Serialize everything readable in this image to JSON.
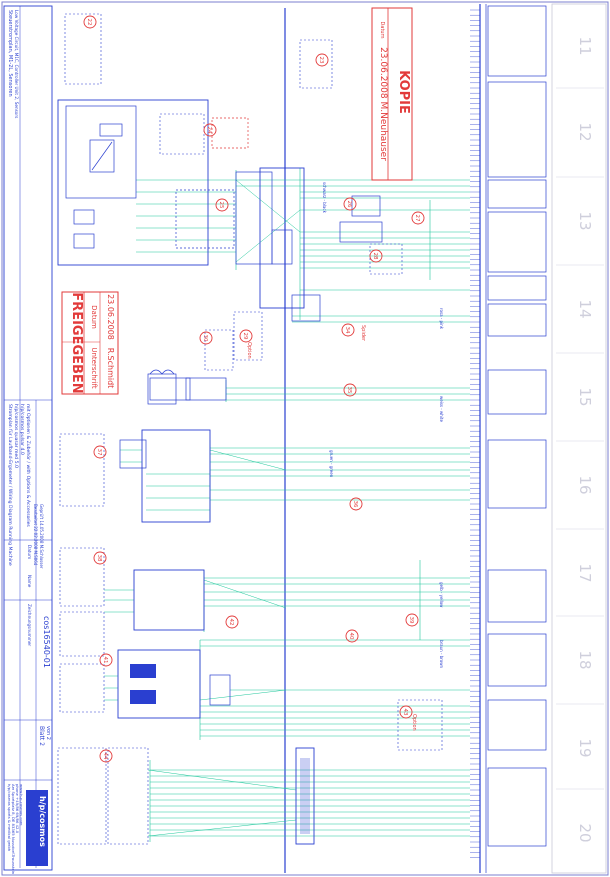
{
  "sheet": {
    "columns": [
      "11",
      "12",
      "13",
      "14",
      "15",
      "16",
      "17",
      "18",
      "19",
      "20"
    ],
    "wiring_color": "#1fc79b",
    "frame_color": "#2a3fd0",
    "stamp_color": "#e23a3a"
  },
  "stamps": {
    "kopie": {
      "title": "KOPIE",
      "sublabel": "Datum",
      "line": "23.06.2008 M.Neuhauser"
    },
    "freigegeben": {
      "title": "FREIGEGEBEN",
      "col1_label": "Datum",
      "col2_label": "Unterschrift",
      "col1_value": "23.06.2008",
      "col2_value": "R.Schmidt"
    }
  },
  "title_block": {
    "title_lines": [
      "Steuerstromplan, M1-2L, Sensoren",
      "Low Voltage Circuit, M1C, Controller Unit 2, Sensors"
    ],
    "subtitle_lines": [
      "Stromplan für Laufband-Ergometer / Wiring Diagram Running Machine",
      "h/p/cosmos quasar med 5.0",
      "h/p/cosmos pulsar 4.0",
      "mit Optionen & Zubehör / with Options & Accessories"
    ],
    "meta_labels": [
      "Datum",
      "Name",
      "Zeichnungsnummer"
    ],
    "meta_values": [
      "Bearbeitet 22.02.2008 M.S064",
      "Geprüft 14.05.2008 M.Schlosser"
    ],
    "drawing_number": "cos16540-01",
    "sheet_label": "Blatt 2",
    "sheet_of": "von 2",
    "logo": "h/p/cosmos",
    "company_lines": [
      "h/p/cosmos sports & medical gmbh",
      "Am Sportplatz 8, DE 83365 Nussdorf-Traunstein",
      "phone +49/86 69/86 42-0",
      "www.h-p-cosmos.com"
    ]
  },
  "labels": {
    "spider": "Spider",
    "option_label": "Option",
    "cable_labels": [
      "schwarz - black",
      "rosa - pink",
      "weiss - white",
      "gruen - green",
      "braun - brown",
      "gelb - yellow"
    ]
  },
  "markers": [
    "22",
    "23",
    "24",
    "25",
    "26",
    "27",
    "28",
    "29",
    "30",
    "34",
    "35",
    "36",
    "37",
    "38",
    "39",
    "40",
    "41",
    "42",
    "43",
    "44"
  ]
}
